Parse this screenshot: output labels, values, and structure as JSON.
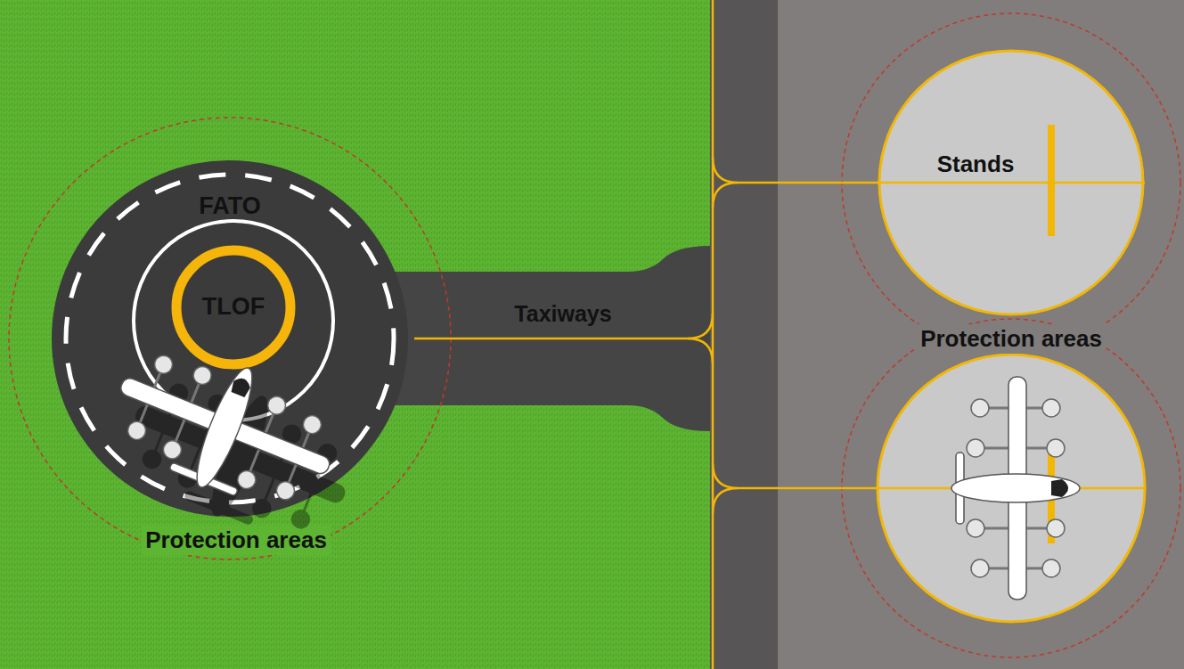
{
  "diagram": {
    "nodes": [
      {
        "text": [
          "FATO"
        ]
      },
      {
        "text": [
          "TLOF"
        ],
        "in": 0
      },
      {
        "text": [
          "Stands"
        ]
      }
    ],
    "labels": [
      "Taxiways",
      "Protection areas",
      "Protection areas"
    ]
  }
}
